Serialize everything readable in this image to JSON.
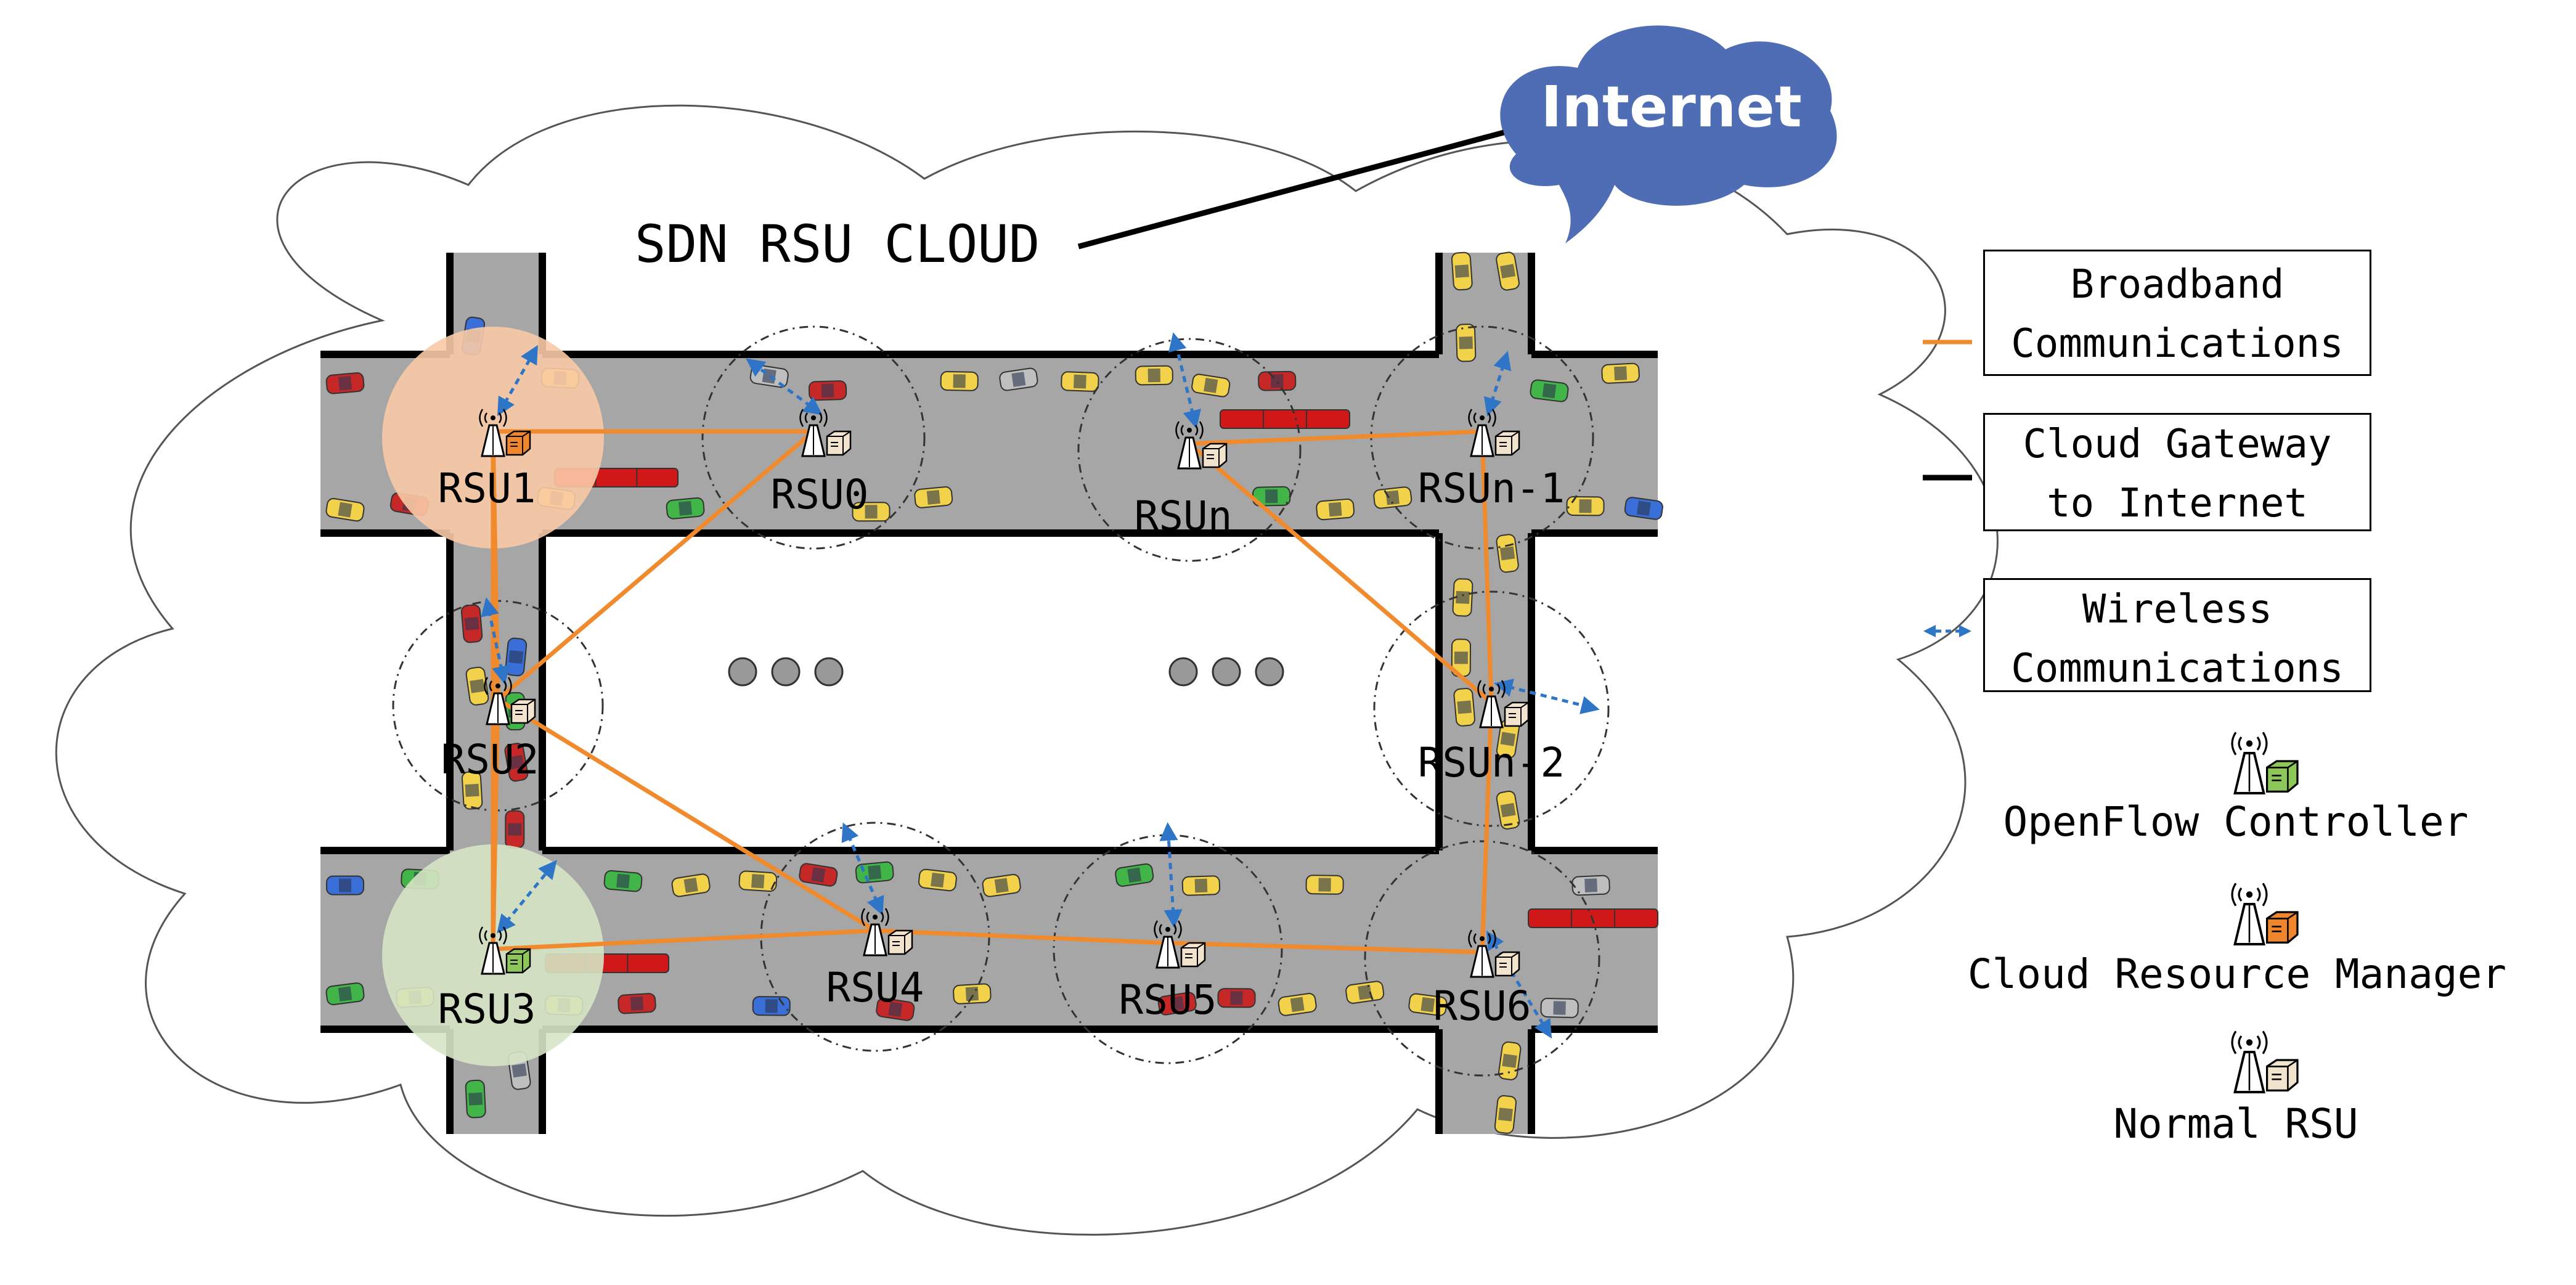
{
  "diagram": {
    "cloud_label": "SDN RSU CLOUD",
    "internet_label": "Internet",
    "rsus": [
      {
        "id": "rsu1",
        "label": "RSU1",
        "role": "cloud-resource-manager"
      },
      {
        "id": "rsu0",
        "label": "RSU0",
        "role": "normal"
      },
      {
        "id": "rsun",
        "label": "RSUn",
        "role": "normal"
      },
      {
        "id": "rsun1",
        "label": "RSUn-1",
        "role": "normal"
      },
      {
        "id": "rsu2",
        "label": "RSU2",
        "role": "normal"
      },
      {
        "id": "rsun2",
        "label": "RSUn-2",
        "role": "normal"
      },
      {
        "id": "rsu3",
        "label": "RSU3",
        "role": "openflow-controller"
      },
      {
        "id": "rsu4",
        "label": "RSU4",
        "role": "normal"
      },
      {
        "id": "rsu5",
        "label": "RSU5",
        "role": "normal"
      },
      {
        "id": "rsu6",
        "label": "RSU6",
        "role": "normal"
      }
    ],
    "broadband_links": [
      [
        "rsu1",
        "rsu0"
      ],
      [
        "rsu1",
        "rsu2"
      ],
      [
        "rsu0",
        "rsu2"
      ],
      [
        "rsu1",
        "rsu3"
      ],
      [
        "rsu2",
        "rsu3"
      ],
      [
        "rsu2",
        "rsu4"
      ],
      [
        "rsu3",
        "rsu4"
      ],
      [
        "rsu4",
        "rsu5"
      ],
      [
        "rsu5",
        "rsu6"
      ],
      [
        "rsu6",
        "rsun2"
      ],
      [
        "rsun2",
        "rsun1"
      ],
      [
        "rsun2",
        "rsun"
      ],
      [
        "rsun",
        "rsun1"
      ]
    ],
    "ellipsis_count": 2
  },
  "legend": {
    "broadband": "Broadband\nCommunications",
    "gateway": "Cloud Gateway\n to Internet",
    "wireless": "Wireless\nCommunications",
    "openflow": "OpenFlow Controller",
    "resource_manager": "Cloud Resource Manager",
    "normal_rsu": "Normal RSU"
  },
  "colors": {
    "broadband": "#f08a2c",
    "gateway": "#000000",
    "wireless": "#2e75c8",
    "internet_cloud": "#4f6db5",
    "road": "#a6a6a6",
    "rsu1_zone": "#f9caa6",
    "rsu3_zone": "#d6e4c4",
    "openflow_box": "#8dc75a",
    "resource_manager_box": "#f0862c",
    "normal_box": "#f2e3cc"
  }
}
